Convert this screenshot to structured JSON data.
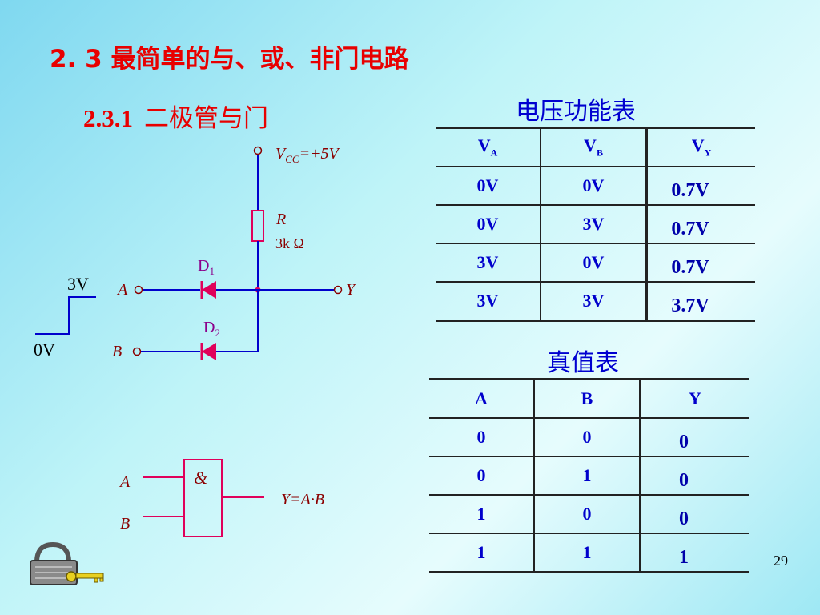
{
  "title": "2. 3  最简单的与、或、非门电路",
  "subtitle": {
    "num": "2.3.1",
    "text": "二极管与门"
  },
  "circuit": {
    "vcc_prefix": "V",
    "vcc_sub": "CC",
    "vcc_value": "=+5V",
    "resistor_label": "R",
    "resistor_value": "3k Ω",
    "d1_label": "D",
    "d1_sub": "1",
    "d2_label": "D",
    "d2_sub": "2",
    "input_a": "A",
    "input_b": "B",
    "output_y": "Y",
    "pulse_high": "3V",
    "pulse_low": "0V"
  },
  "gate": {
    "symbol": "&",
    "input_a": "A",
    "input_b": "B",
    "expression": "Y=A·B"
  },
  "voltage_table": {
    "caption": "电压功能表",
    "headers": [
      {
        "main": "V",
        "sub": "A"
      },
      {
        "main": "V",
        "sub": "B"
      },
      {
        "main": "V",
        "sub": "Y"
      }
    ],
    "rows": [
      [
        "0V",
        "0V",
        "0.7V"
      ],
      [
        "0V",
        "3V",
        "0.7V"
      ],
      [
        "3V",
        "0V",
        "0.7V"
      ],
      [
        "3V",
        "3V",
        "3.7V"
      ]
    ]
  },
  "truth_table": {
    "caption": "真值表",
    "headers": [
      "A",
      "B",
      "Y"
    ],
    "rows": [
      [
        "0",
        "0",
        "0"
      ],
      [
        "0",
        "1",
        "0"
      ],
      [
        "1",
        "0",
        "0"
      ],
      [
        "1",
        "1",
        "1"
      ]
    ]
  },
  "page_number": "29",
  "colors": {
    "title": "#e80000",
    "table_text": "#0000cc",
    "wire": "#0000cc",
    "diode": "#e0005a",
    "label": "#8b0000",
    "gate_line": "#e0005a"
  },
  "icons": {
    "lock": "padlock-key-icon"
  }
}
